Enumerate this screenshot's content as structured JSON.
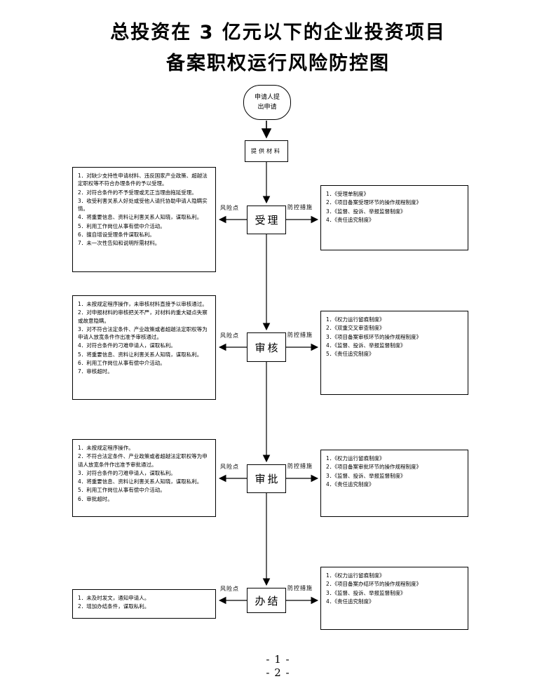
{
  "page": {
    "title_line1": "总投资在 3 亿元以下的企业投资项目",
    "title_line2": "备案职权运行风险防控图",
    "footer_page1": "- 1 -",
    "footer_page2": "- 2 -"
  },
  "flow": {
    "start_label": "申请人提出申请",
    "materials_label": "提供材料",
    "risk_label": "风险点",
    "control_label": "防控措施"
  },
  "stages": [
    {
      "name": "受理",
      "risks": [
        "1．对缺少支持性申请材料、违反国家产业政策、超越法定职权等不符合办理条件的予以受理。",
        "2．对符合条件的不予受理或无正当理由拖延受理。",
        "3．收受利害关系人好处或受他人请托协助申请人隐瞒实情。",
        "4．将重要信息、资料让利害关系人知晓，谋取私利。",
        "5．利用工作岗位从事有偿中介活动。",
        "6．擅自增设受理条件谋取私利。",
        "7．未一次性告知和说明所需材料。"
      ],
      "controls": [
        "1．《受理单制度》",
        "2．《项目备案受理环节的操作规程制度》",
        "3．《监督、投诉、举报监督制度》",
        "4．《责任追究制度》"
      ]
    },
    {
      "name": "审核",
      "risks": [
        "1．未按规定程序操作，未审核材料直接予以审核通过。",
        "2．对申报材料的审核把关不严，对材料的重大疑点失察或故意隐瞒。",
        "3．对不符合法定条件、产业政策或者超越法定职权等为申请人放宽条件作出准予审核通过。",
        "4．对符合条件的刁难申请人，谋取私利。",
        "5．将重要信息、资料让利害关系人知晓，谋取私利。",
        "6．利用工作岗位从事有偿中介活动。",
        "7．审核超时。"
      ],
      "controls": [
        "1．《权力运行留痕制度》",
        "2．《双重交叉审查制度》",
        "3．《项目备案审核环节的操作规程制度》",
        "4．《监督、投诉、举报监督制度》",
        "5．《责任追究制度》"
      ]
    },
    {
      "name": "审批",
      "risks": [
        "1．未按规定程序操作。",
        "2．不符合法定条件、产业政策或者超越法定职权等为申请人放宽条件作出准予审批通过。",
        "3．对符合条件的刁难申请人，谋取私利。",
        "4．将重要信息、资料让利害关系人知晓，谋取私利。",
        "5．利用工作岗位从事有偿中介活动。",
        "6．审批超时。"
      ],
      "controls": [
        "1．《权力运行留痕制度》",
        "2．《项目备案审批环节的操作规程制度》",
        "3．《监督、投诉、举报监督制度》",
        "4．《责任追究制度》"
      ]
    },
    {
      "name": "办结",
      "risks": [
        "1．未及时发文，通知申请人。",
        "2．增加办结条件，谋取私利。"
      ],
      "controls": [
        "1．《权力运行留痕制度》",
        "2．《项目备案办结环节的操作规程制度》",
        "3．《监督、投诉、举报监督制度》",
        "4．《责任追究制度》"
      ]
    }
  ]
}
